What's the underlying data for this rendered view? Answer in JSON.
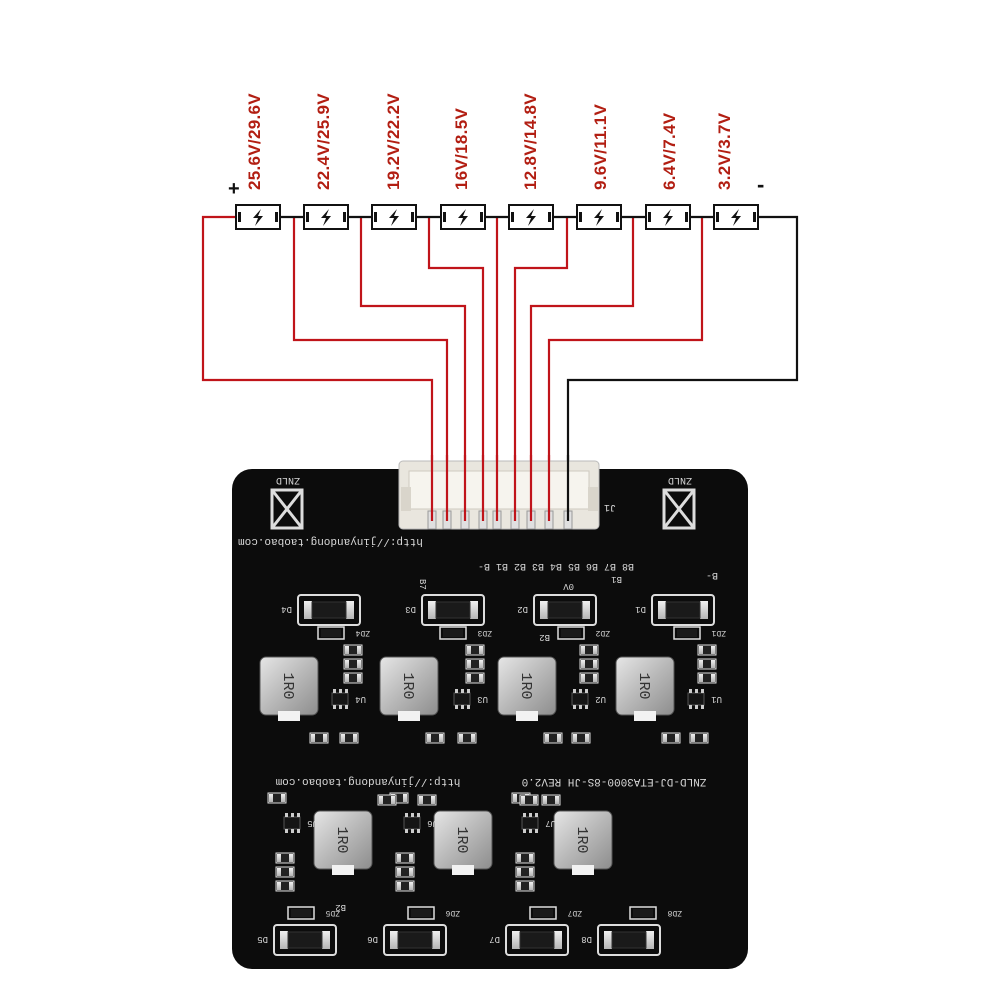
{
  "voltages": [
    "25.6V/29.6V",
    "22.4V/25.9V",
    "19.2V/22.2V",
    "16V/18.5V",
    "12.8V/14.8V",
    "9.6V/11.1V",
    "6.4V/7.4V",
    "3.2V/3.7V"
  ],
  "polarity": {
    "plus": "+",
    "minus": "-"
  },
  "pcb": {
    "brand": "ZNLD",
    "url_top": "http://jinyandong.taobao.com",
    "url_mid": "http://jinyandong.taobao.com",
    "model": "ZNLD-DJ-ETA3000-8S-JH REV2.0",
    "connector_label": "J1",
    "pin_labels": "B8 B7 B6 B5 B4 B3 B2 B1 B-",
    "pin_sub_labels": {
      "b7": "B7",
      "zero_v": "0V",
      "b1": "B1",
      "b_minus": "B-"
    },
    "inductor_marking": "1R0",
    "upper_ics": [
      "U4",
      "U3",
      "U2",
      "U1"
    ],
    "upper_diodes": [
      "D4",
      "D3",
      "D2",
      "D1"
    ],
    "upper_zeners": [
      "ZD4",
      "ZD3",
      "ZD2",
      "ZD1"
    ],
    "lower_ics": [
      "U5",
      "U6",
      "U7"
    ],
    "lower_diodes": [
      "D5",
      "D6",
      "D7",
      "D8"
    ],
    "lower_zeners": [
      "ZD5",
      "ZD6",
      "ZD7",
      "ZD8"
    ],
    "extra_labels": {
      "b2_upper": "B2",
      "b2_lower": "B2"
    }
  },
  "colors": {
    "wire_red": "#c0141a",
    "wire_black": "#111111",
    "pcb": "#0c0c0c",
    "label_red": "#b21e12"
  }
}
